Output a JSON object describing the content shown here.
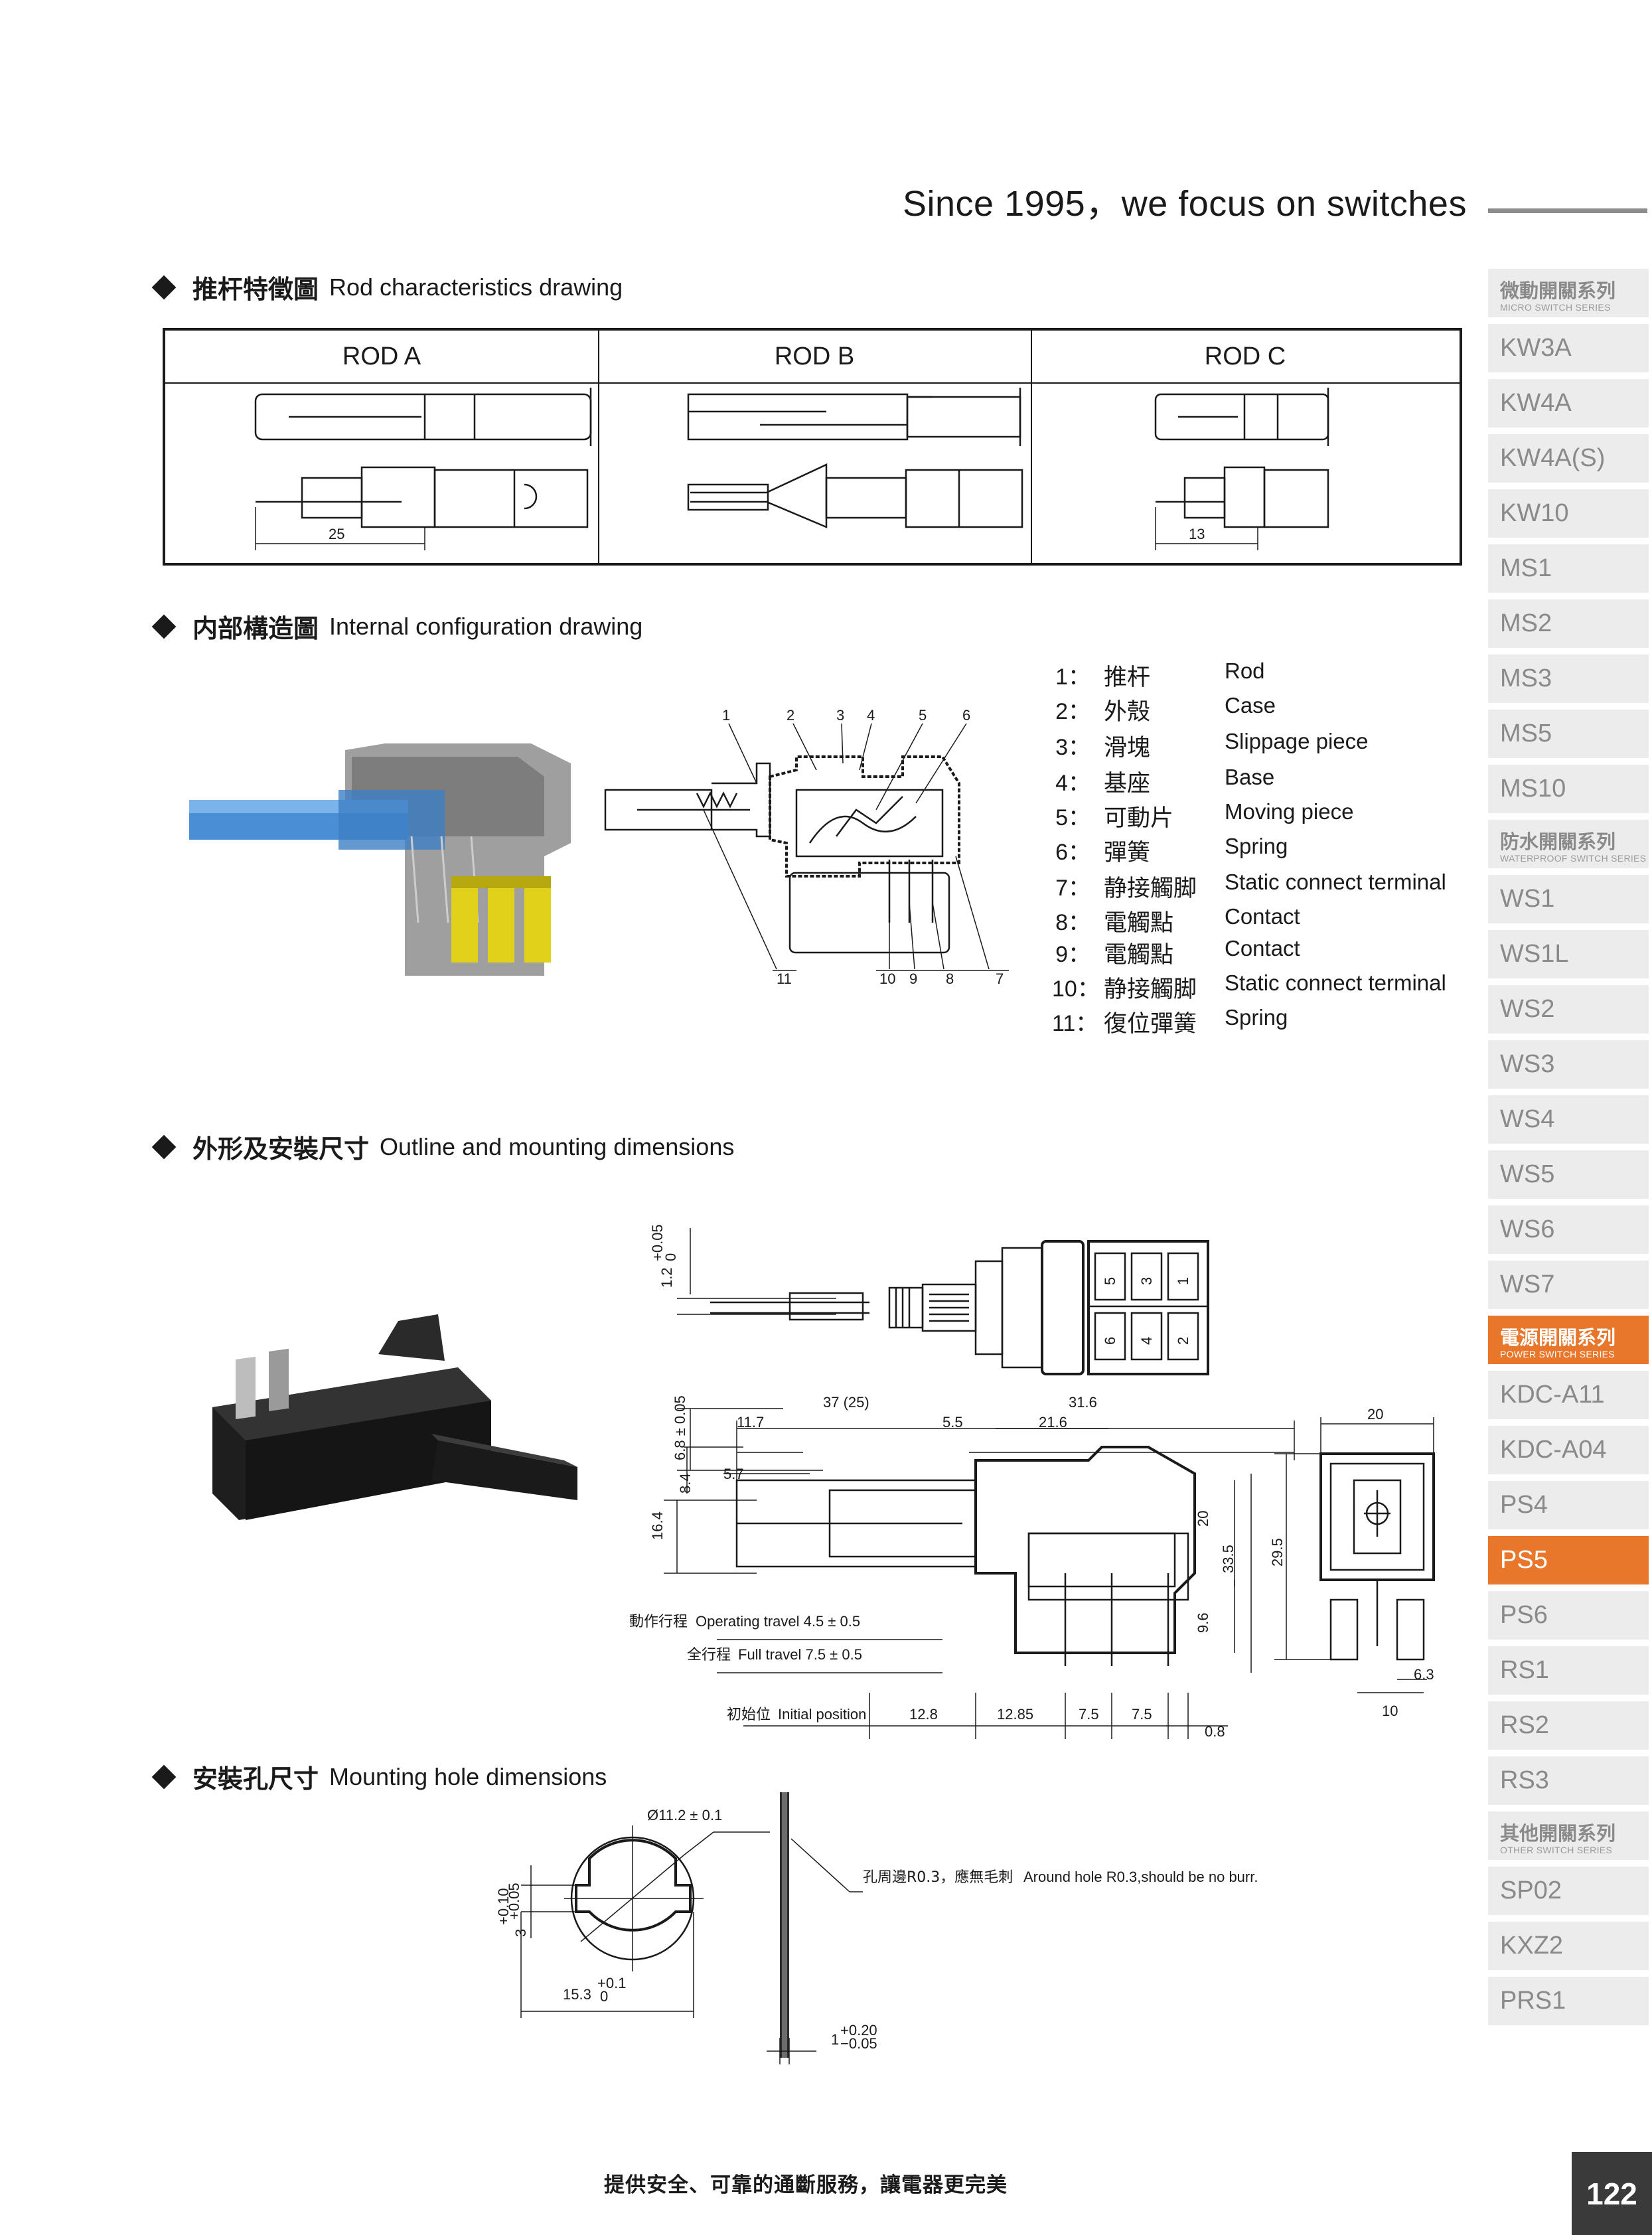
{
  "header": {
    "tagline": "Since 1995，we focus on switches"
  },
  "sections": {
    "rod": {
      "zh": "推杆特徵圖",
      "en": "Rod characteristics drawing"
    },
    "internal": {
      "zh": "内部構造圖",
      "en": "Internal configuration drawing"
    },
    "outline": {
      "zh": "外形及安裝尺寸",
      "en": "Outline and mounting dimensions"
    },
    "hole": {
      "zh": "安裝孔尺寸",
      "en": "Mounting hole dimensions"
    }
  },
  "rod_table": {
    "headers": [
      "ROD A",
      "ROD B",
      "ROD C"
    ],
    "dim_a": "25",
    "dim_c": "13"
  },
  "internal_labels": {
    "top": [
      "1",
      "2",
      "3",
      "4",
      "5",
      "6"
    ],
    "bottom": [
      "11",
      "10",
      "9",
      "8",
      "7"
    ]
  },
  "legend": [
    {
      "num": "1：",
      "zh": "推杆",
      "en": "Rod"
    },
    {
      "num": "2：",
      "zh": "外殼",
      "en": "Case"
    },
    {
      "num": "3：",
      "zh": "滑塊",
      "en": "Slippage piece"
    },
    {
      "num": "4：",
      "zh": "基座",
      "en": "Base"
    },
    {
      "num": "5：",
      "zh": "可動片",
      "en": "Moving piece"
    },
    {
      "num": "6：",
      "zh": "彈簧",
      "en": "Spring"
    },
    {
      "num": "7：",
      "zh": "静接觸脚",
      "en": "Static connect terminal"
    },
    {
      "num": "8：",
      "zh": "電觸點",
      "en": "Contact"
    },
    {
      "num": "9：",
      "zh": "電觸點",
      "en": "Contact"
    },
    {
      "num": "10：",
      "zh": "静接觸脚",
      "en": "Static connect terminal"
    },
    {
      "num": "11：",
      "zh": "復位彈簧",
      "en": "Spring"
    }
  ],
  "outline_dims": {
    "tol_top": "1.2",
    "tol_top_sup": "+0.05",
    "tol_top_sub": "0",
    "d_68": "6.8 ± 0.05",
    "d_37": "37 (25)",
    "d_316": "31.6",
    "d_117": "11.7",
    "d_55": "5.5",
    "d_216": "21.6",
    "d_57": "5.7",
    "d_84": "8.4",
    "d_164": "16.4",
    "d_20v": "20",
    "d_335": "33.5",
    "d_96": "9.6",
    "d_295": "29.5",
    "d_20h": "20",
    "d_63": "6.3",
    "d_10": "10",
    "op_zh": "動作行程",
    "op_en": "Operating travel 4.5 ± 0.5",
    "full_zh": "全行程",
    "full_en": "Full travel 7.5 ± 0.5",
    "init_zh": "初始位",
    "init_en": "Initial position",
    "d_128": "12.8",
    "d_1285": "12.85",
    "d_75a": "7.5",
    "d_75b": "7.5",
    "d_08": "0.8",
    "terminal_nums": [
      "5",
      "3",
      "1",
      "6",
      "4",
      "2"
    ]
  },
  "hole_dims": {
    "dia": "Ø11.2 ± 0.1",
    "h": "3",
    "h_sup": "+0.10",
    "h_sub": "+0.05",
    "w": "15.3",
    "w_sup": "+0.1",
    "w_sub": "0",
    "t": "1",
    "t_sup": "+0.20",
    "t_sub": "−0.05",
    "note_zh": "孔周邊R0.3，應無毛刺",
    "note_en": "Around hole R0.3,should be no burr."
  },
  "sidebar": {
    "groups": [
      {
        "zh": "微動開關系列",
        "en": "MICRO SWITCH SERIES",
        "items": [
          "KW3A",
          "KW4A",
          "KW4A(S)",
          "KW10",
          "MS1",
          "MS2",
          "MS3",
          "MS5",
          "MS10"
        ]
      },
      {
        "zh": "防水開關系列",
        "en": "WATERPROOF SWITCH SERIES",
        "items": [
          "WS1",
          "WS1L",
          "WS2",
          "WS3",
          "WS4",
          "WS5",
          "WS6",
          "WS7"
        ]
      },
      {
        "zh": "電源開關系列",
        "en": "POWER SWITCH SERIES",
        "items": [
          "KDC-A11",
          "KDC-A04",
          "PS4",
          "PS5",
          "PS6",
          "RS1",
          "RS2",
          "RS3"
        ]
      },
      {
        "zh": "其他開關系列",
        "en": "OTHER SWITCH SERIES",
        "items": [
          "SP02",
          "KXZ2",
          "PRS1"
        ]
      }
    ],
    "active_item": "PS5",
    "colors": {
      "active": "#e8762b",
      "item_bg": "#ececec",
      "text": "#8a8a8a"
    }
  },
  "footer": {
    "slogan": "提供安全、可靠的通斷服務，讓電器更完美",
    "page": "122"
  }
}
